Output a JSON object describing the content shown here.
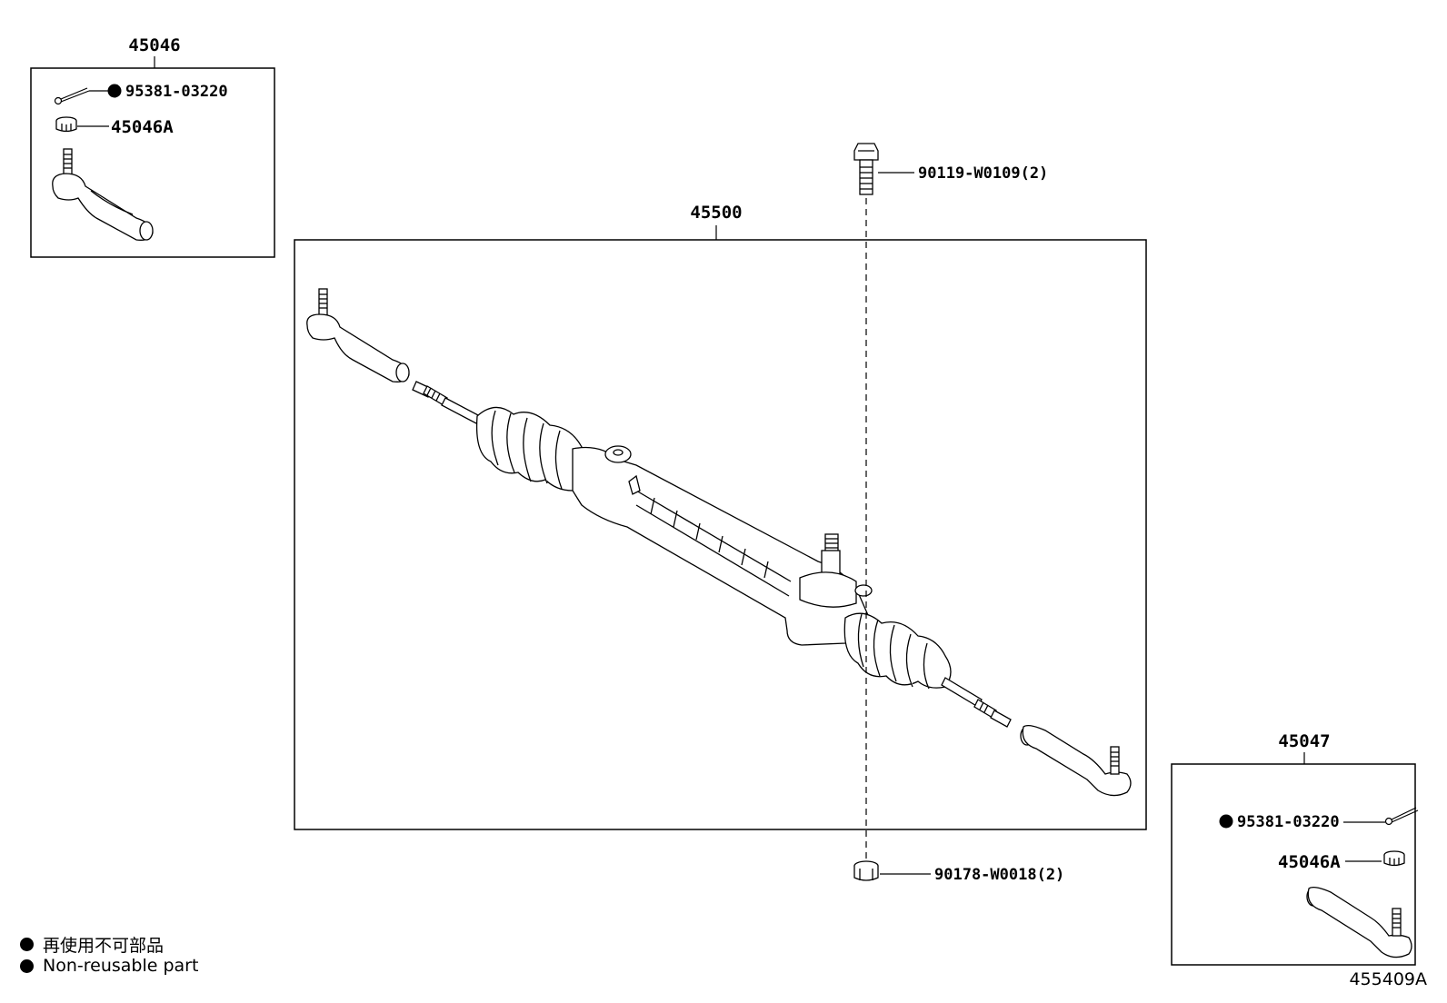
{
  "diagram": {
    "figure_id": "455409A",
    "assemblies": {
      "left_tie_rod_end": {
        "part_no": "45046"
      },
      "rack_assembly": {
        "part_no": "45500"
      },
      "right_tie_rod_end": {
        "part_no": "45047"
      }
    },
    "parts": {
      "cotter_pin_left": {
        "label": "95381-03220",
        "non_reusable": true
      },
      "nut_left": {
        "label": "45046A"
      },
      "bolt": {
        "label": "90119-W0109(2)"
      },
      "nut_bottom": {
        "label": "90178-W0018(2)"
      },
      "cotter_pin_right": {
        "label": "95381-03220",
        "non_reusable": true
      },
      "nut_right": {
        "label": "45046A"
      }
    },
    "legend": {
      "marker_icon": "filled-circle-icon",
      "items": [
        {
          "text": "再使用不可部品"
        },
        {
          "text": "Non-reusable part"
        }
      ]
    }
  }
}
